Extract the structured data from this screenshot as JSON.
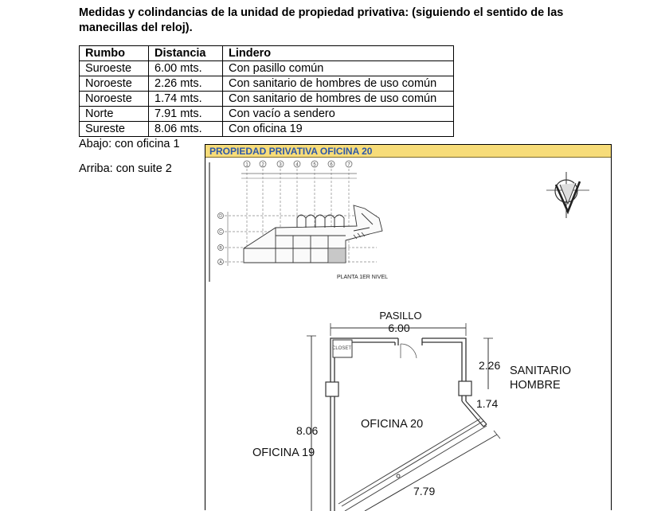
{
  "heading": "Medidas y colindancias de la unidad de propiedad privativa: (siguiendo el sentido de las manecillas del reloj).",
  "table": {
    "headers": [
      "Rumbo",
      "Distancia",
      "Lindero"
    ],
    "rows": [
      [
        "Suroeste",
        "6.00 mts.",
        "Con pasillo común"
      ],
      [
        "Noroeste",
        "2.26 mts.",
        "Con sanitario de hombres de uso común"
      ],
      [
        "Noroeste",
        "1.74 mts.",
        "Con sanitario de hombres de uso común"
      ],
      [
        "Norte",
        "7.91 mts.",
        "Con vacío a sendero"
      ],
      [
        "Sureste",
        "8.06 mts.",
        "Con oficina 19"
      ]
    ]
  },
  "notes": {
    "below": "Abajo: con oficina 1",
    "above": "Arriba: con suite 2"
  },
  "plan": {
    "title": "PROPIEDAD PRIVATIVA OFICINA 20",
    "key_plan_caption": "PLANTA 1ER NIVEL",
    "grid_columns": [
      "1",
      "2",
      "3",
      "4",
      "5",
      "6",
      "7"
    ],
    "grid_rows": [
      "D",
      "C",
      "B",
      "A"
    ],
    "labels": {
      "corridor": "PASILLO",
      "corridor_length": "6.00",
      "bathroom_length": "2.26",
      "bathroom_line1": "SANITARIO",
      "bathroom_line2": "HOMBRE",
      "diagonal_length": "1.74",
      "office": "OFICINA 20",
      "side_length": "8.06",
      "neighbor_office": "OFICINA 19",
      "bottom_length": "7.79",
      "closet": "CLOSET"
    },
    "icons": [
      "north-arrow-icon"
    ]
  }
}
